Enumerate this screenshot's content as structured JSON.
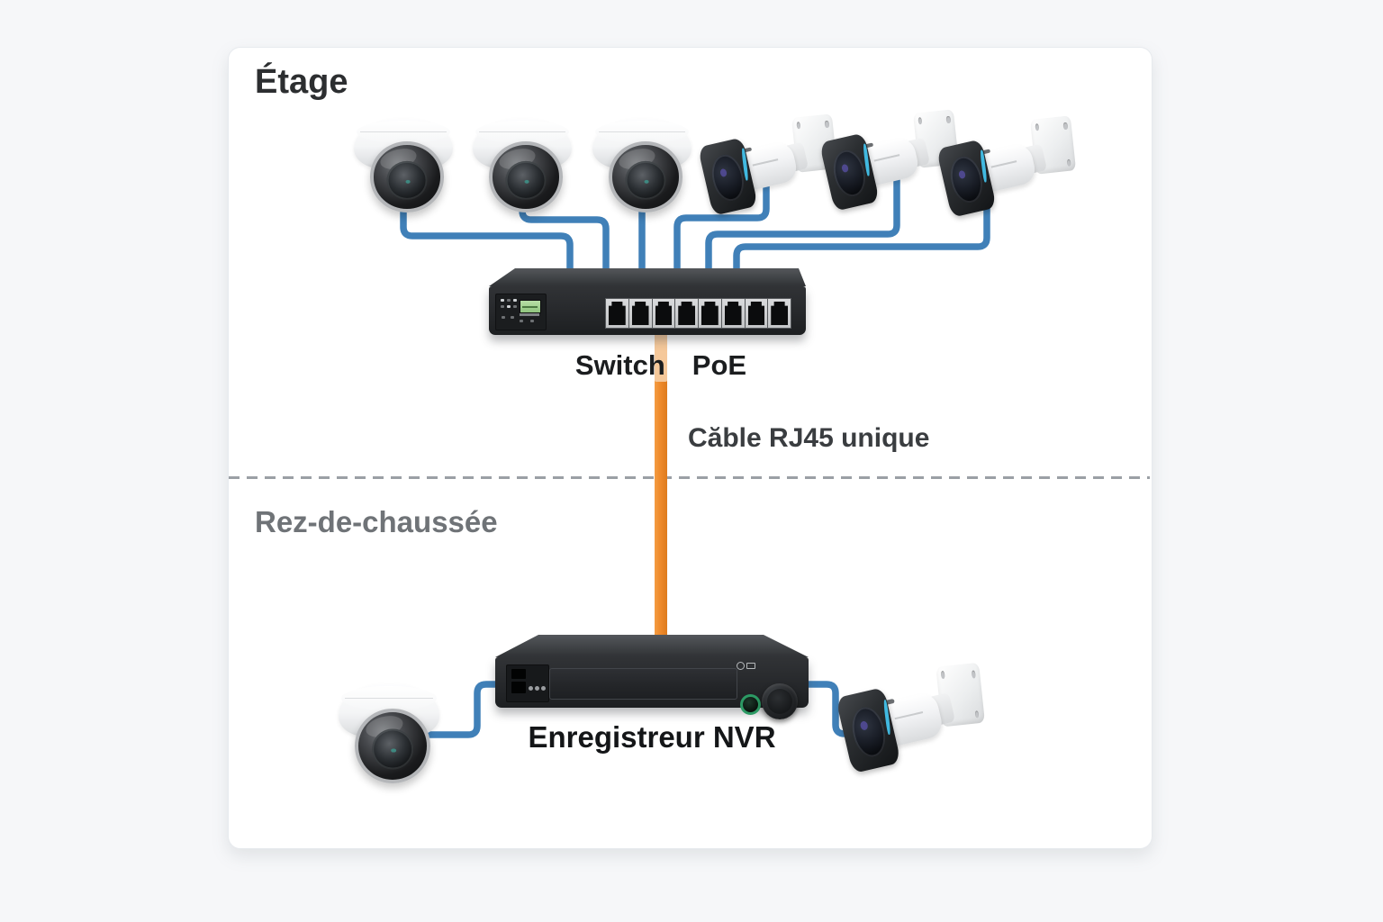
{
  "sections": {
    "upper": {
      "title": "Étage"
    },
    "lower": {
      "title": "Rez-de-chaussée"
    }
  },
  "switch": {
    "label_left": "Switch",
    "label_right": "PoE",
    "port_count": 8
  },
  "uplink": {
    "label": "Căble RJ45 unique",
    "cable_color": "#EE8A2B",
    "cable_color_light": "#F5C89A"
  },
  "nvr": {
    "label": "Enregistreur NVR"
  },
  "cameras": {
    "upper_dome_count": 3,
    "upper_bullet_count": 3,
    "lower_dome_count": 1,
    "lower_bullet_count": 1
  },
  "colors": {
    "camera_cable": "#4080B8",
    "divider_dash": "#9BA0A5",
    "card_background": "#FFFFFF",
    "page_background": "#F6F7F9"
  }
}
